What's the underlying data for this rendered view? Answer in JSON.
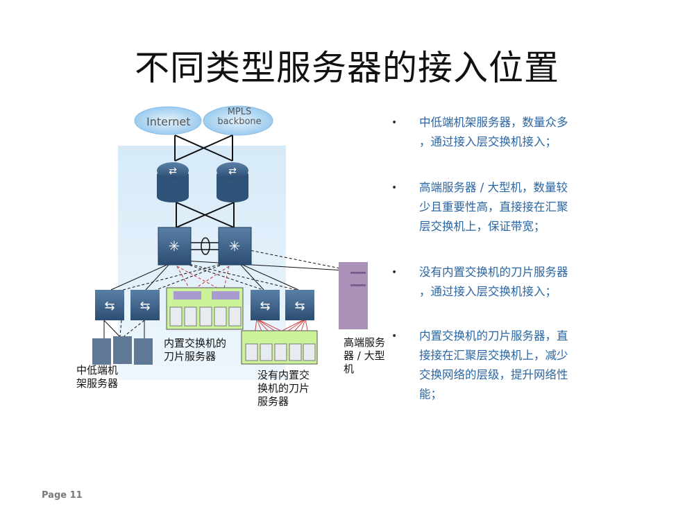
{
  "title": "不同类型服务器的接入位置",
  "diagram": {
    "clouds": [
      "Internet",
      "MPLS backbone"
    ],
    "cloud_mpls_lines": [
      "MPLS",
      "backbone"
    ],
    "labels": {
      "rack_servers": [
        "中低端机",
        "架服务器"
      ],
      "blade_with_switch": [
        "内置交换机的",
        "刀片服务器"
      ],
      "blade_without_switch": [
        "没有内置交",
        "换机的刀片",
        "服务器"
      ],
      "mainframe": [
        "高端服务",
        "器 / 大型",
        "机"
      ]
    }
  },
  "bullets": [
    {
      "lines": [
        "中低端机架服务器，数量众多",
        "，通过接入层交换机接入；"
      ]
    },
    {
      "lines": [
        "高端服务器 / 大型机，数量较",
        "少且重要性高，直接接在汇聚",
        "层交换机上，保证带宽；"
      ]
    },
    {
      "lines": [
        "没有内置交换机的刀片服务器",
        "，通过接入层交换机接入；"
      ]
    },
    {
      "lines": [
        "内置交换机的刀片服务器，直",
        "接接在汇聚层交换机上，减少",
        "交换网络的层级，提升网络性",
        "能；"
      ]
    }
  ],
  "bullet_glyph": "•",
  "page_label": "Page 11",
  "colors": {
    "text_blue": "#2a66a3",
    "device": "#34587d",
    "green": "#ccf39a"
  }
}
